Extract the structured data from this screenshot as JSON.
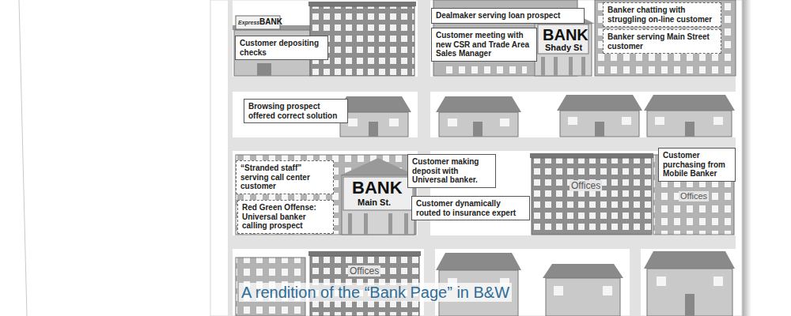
{
  "diagram": {
    "caption": "A rendition of the “Bank Page” in B&W",
    "nodes": [
      {
        "text": [
          "Customer depositing checks"
        ]
      },
      {
        "text": [
          "Dealmaker serving loan prospect"
        ]
      },
      {
        "text": [
          "Customer meeting with new CSR and Trade Area Sales Manager"
        ]
      },
      {
        "text": [
          "Banker chatting with struggling on-line customer"
        ]
      },
      {
        "text": [
          "Banker serving Main Street customer"
        ]
      },
      {
        "text": [
          "Browsing prospect offered correct solution"
        ]
      },
      {
        "text": [
          "“Stranded staff” serving call center customer"
        ]
      },
      {
        "text": [
          "Red Green Offense: Universal banker calling prospect"
        ]
      },
      {
        "text": [
          "Customer making deposit with Universal banker."
        ]
      },
      {
        "text": [
          "Customer dynamically routed to insurance expert"
        ]
      },
      {
        "text": [
          "Customer purchasing from Mobile Banker"
        ]
      }
    ],
    "labels": [
      "Express",
      "BANK",
      "BANK",
      "Shady St",
      "BANK",
      "Main St.",
      "Offices",
      "Offices",
      "Offices"
    ]
  }
}
